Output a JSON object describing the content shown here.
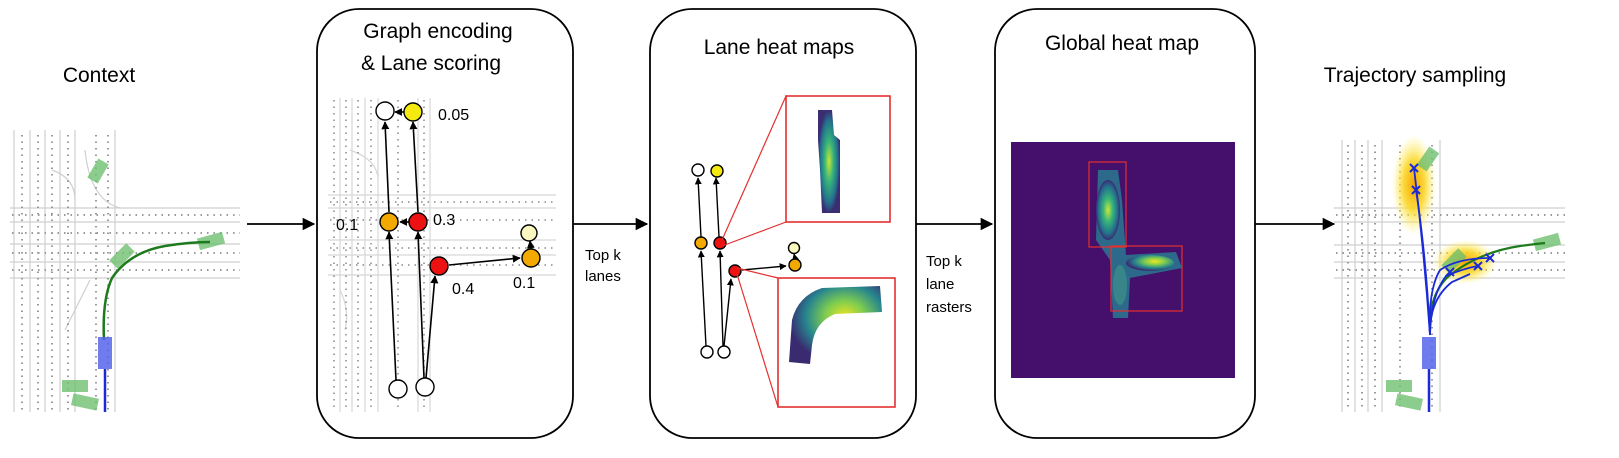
{
  "stages": {
    "context": {
      "title": "Context"
    },
    "graph": {
      "title_line1": "Graph encoding",
      "title_line2": "& Lane scoring"
    },
    "lane_heat": {
      "title": "Lane heat maps"
    },
    "global_heat": {
      "title": "Global heat map"
    },
    "trajectory": {
      "title": "Trajectory sampling"
    }
  },
  "scores": {
    "top_right": "0.05",
    "mid_left": "0.1",
    "mid_right": "0.3",
    "lower_left": "0.4",
    "lower_right": "0.1"
  },
  "arrow_labels": {
    "top_k_lanes": [
      "Top k",
      "lanes"
    ],
    "top_k_rasters": [
      "Top k",
      "lane",
      "rasters"
    ]
  },
  "colors": {
    "node_red": "#ee1111",
    "node_orange": "#f2a900",
    "node_yellow": "#f5ea10",
    "node_pale": "#fbf7c0",
    "heatmap_bg": "#45106b",
    "agent_green": "#5aa85a",
    "ego_blue": "#4a55e6",
    "trajectory_blue": "#1a2bd6",
    "frame_red": "#e53030"
  }
}
